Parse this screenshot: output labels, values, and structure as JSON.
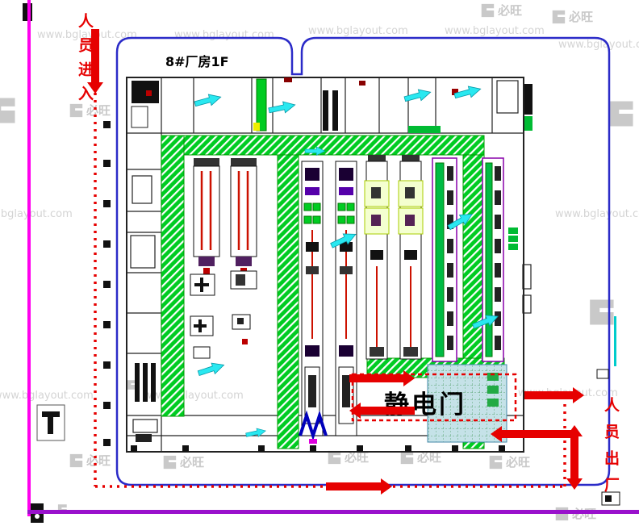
{
  "header": {
    "building_title": "8#厂房1F"
  },
  "flow_labels": {
    "enter": "人员进入",
    "exit": "人员出厂",
    "esd_door": "静电门"
  },
  "watermark": {
    "url": "www.bglayout.com",
    "brand": "必旺"
  },
  "colors": {
    "flow_red": "#E60000",
    "corridor_green": "#00CC22",
    "outline_blue": "#2B2BC8",
    "frame_magenta": "#FF00EE",
    "frame_purple": "#9911CC",
    "arrow_cyan": "#29E8F0",
    "rack_purple": "#8800AA"
  }
}
